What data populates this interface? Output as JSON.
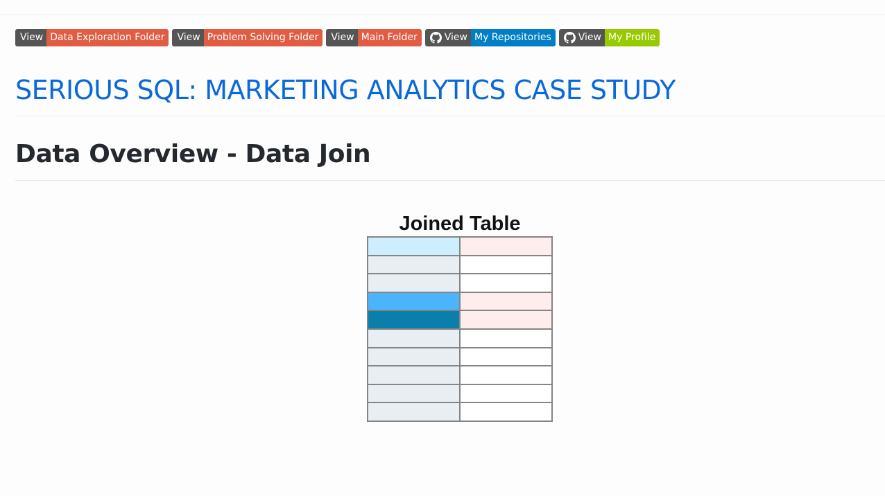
{
  "badges": [
    {
      "left": "View",
      "right": "Data Exploration Folder",
      "color": "#e05d44",
      "icon": ""
    },
    {
      "left": "View",
      "right": "Problem Solving Folder",
      "color": "#e05d44",
      "icon": ""
    },
    {
      "left": "View",
      "right": "Main Folder",
      "color": "#e05d44",
      "icon": ""
    },
    {
      "left": "View",
      "right": "My Repositories",
      "color": "#007ec6",
      "icon": "github-icon"
    },
    {
      "left": "View",
      "right": "My Profile",
      "color": "#97ca00",
      "icon": "github-icon"
    }
  ],
  "page": {
    "title": "SERIOUS SQL: MARKETING ANALYTICS CASE STUDY",
    "section_heading": "Data Overview - Data Join"
  },
  "figure": {
    "caption": "Joined Table",
    "rows": [
      [
        "#cdeffd",
        "#ffecec"
      ],
      [
        "#e9eef2",
        "#ffffff"
      ],
      [
        "#e9eef2",
        "#ffffff"
      ],
      [
        "#4cb4fc",
        "#ffecec"
      ],
      [
        "#0b7fab",
        "#ffecec"
      ],
      [
        "#e9eef2",
        "#ffffff"
      ],
      [
        "#e9eef2",
        "#ffffff"
      ],
      [
        "#e9eef2",
        "#ffffff"
      ],
      [
        "#e9eef2",
        "#ffffff"
      ],
      [
        "#e9eef2",
        "#ffffff"
      ]
    ]
  }
}
